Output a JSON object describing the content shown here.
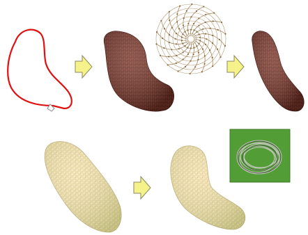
{
  "figure": {
    "rows": [
      {
        "steps": [
          {
            "kind": "sketch-curve",
            "name": "freehand-outline"
          },
          {
            "kind": "arrow",
            "name": "arrow-right"
          },
          {
            "kind": "knitted-3d-model",
            "name": "bean-shape-model"
          },
          {
            "kind": "stitch-pattern-diagram",
            "name": "round-stitch-pattern"
          },
          {
            "kind": "arrow",
            "name": "arrow-right"
          },
          {
            "kind": "knitted-3d-model",
            "name": "elongated-model"
          }
        ]
      },
      {
        "steps": [
          {
            "kind": "photo",
            "name": "crocheted-oval-toy"
          },
          {
            "kind": "arrow",
            "name": "arrow-right"
          },
          {
            "kind": "photo",
            "name": "crocheted-bent-toy"
          },
          {
            "kind": "photo",
            "name": "wire-coil"
          }
        ]
      }
    ],
    "colors": {
      "sketch": "#e01010",
      "knit_model": "#7a3528",
      "yarn": "#e9d49a",
      "arrow_fill": "#f6f28a",
      "arrow_stroke": "#8a8a60",
      "wire_photo_bg": "#5aa83d",
      "pattern_line": "#b89a70"
    }
  }
}
